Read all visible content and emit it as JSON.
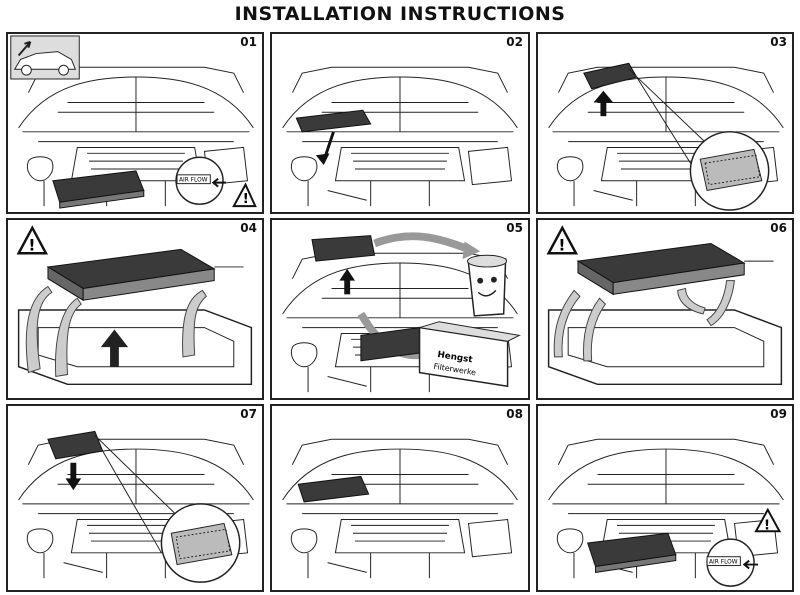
{
  "page": {
    "title": "INSTALLATION INSTRUCTIONS"
  },
  "panels": [
    {
      "number": "01",
      "scene": "engine-bay",
      "actions": [
        "car-inset",
        "filter-out",
        "magnifier-airflow",
        "warning"
      ]
    },
    {
      "number": "02",
      "scene": "engine-bay",
      "actions": [
        "open-housing",
        "arrow-down"
      ]
    },
    {
      "number": "03",
      "scene": "engine-bay",
      "actions": [
        "lift-filter",
        "magnifier-detail"
      ]
    },
    {
      "number": "04",
      "scene": "filter-closeup",
      "actions": [
        "warning",
        "airflow-arrows",
        "lift-arrow"
      ]
    },
    {
      "number": "05",
      "scene": "engine-bay",
      "actions": [
        "old-to-bin",
        "new-filter-box",
        "trash-can"
      ]
    },
    {
      "number": "06",
      "scene": "filter-closeup",
      "actions": [
        "warning",
        "airflow-arrows"
      ]
    },
    {
      "number": "07",
      "scene": "engine-bay",
      "actions": [
        "insert-filter",
        "magnifier-detail"
      ]
    },
    {
      "number": "08",
      "scene": "engine-bay",
      "actions": [
        "close-housing"
      ]
    },
    {
      "number": "09",
      "scene": "engine-bay",
      "actions": [
        "filter-in",
        "magnifier-airflow",
        "warning"
      ]
    }
  ],
  "labels": {
    "airflow": "AIR FLOW",
    "box_brand": "Hengst",
    "box_sub": "Filterwerke"
  },
  "colors": {
    "line": "#222222",
    "filter_dark": "#3a3a3a",
    "arrow_gray": "#8a8a8a",
    "background": "#ffffff"
  }
}
